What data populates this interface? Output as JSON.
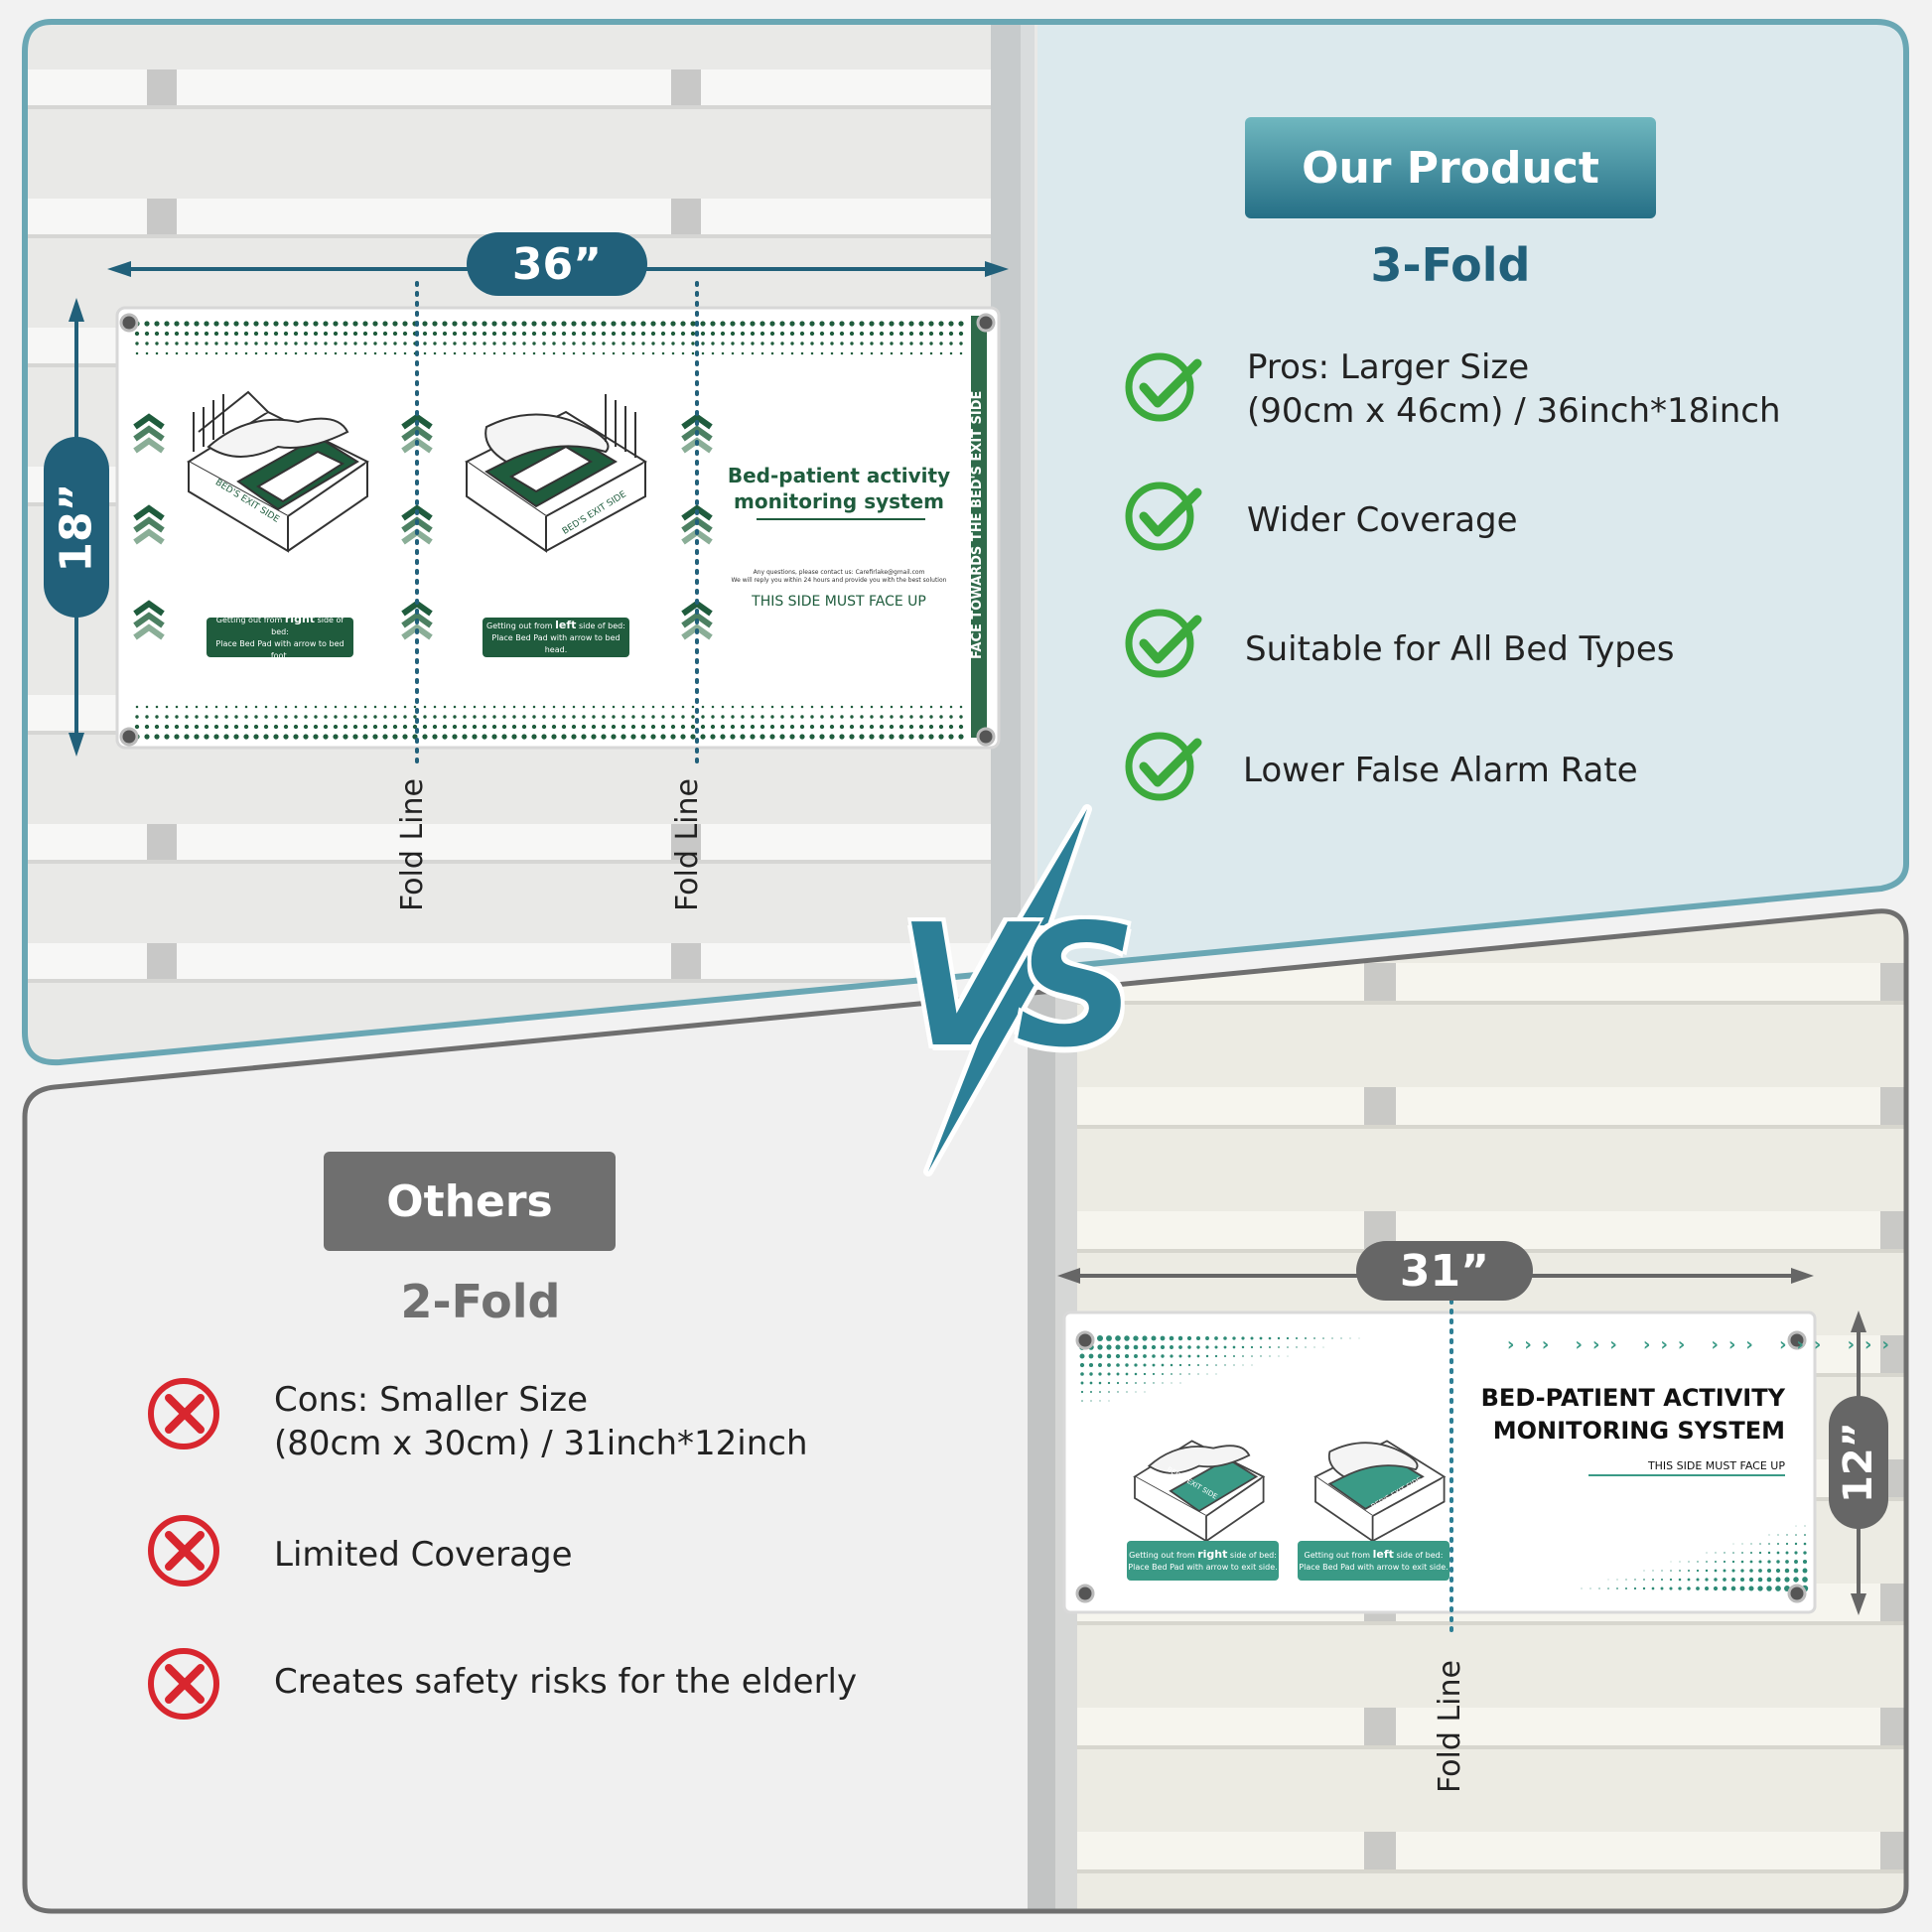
{
  "colors": {
    "product_teal": "#2d7f95",
    "product_dark": "#205d72",
    "others_gray": "#6f6f6f",
    "pad_green": "#1f5c3d",
    "pad_teal": "#3a9a86",
    "check_green": "#3caa3c",
    "cross_red": "#d8262e"
  },
  "vs_label": "VS",
  "product": {
    "badge": "Our Product",
    "fold_type": "3-Fold",
    "width_label": "36”",
    "height_label": "18”",
    "fold_line_label": "Fold Line",
    "pad": {
      "title_line1": "Bed-patient activity",
      "title_line2": "monitoring system",
      "contact": "Any questions, please contact us: Carefirlake@gmail.com",
      "contact2": "We will reply you within 24 hours and provide you with the best solution",
      "face_up": "THIS SIDE MUST FACE UP",
      "side_text": "FACE TOWARDS THE BED'S EXIT SIDE",
      "exit_label": "BED'S EXIT SIDE",
      "box_right_line1a": "Getting out from ",
      "box_right_bold": "right",
      "box_right_line1b": " side of bed:",
      "box_right_line2": "Place Bed Pad with arrow to bed foot.",
      "box_left_line1a": "Getting out from ",
      "box_left_bold": "left",
      "box_left_line1b": " side of bed:",
      "box_left_line2": "Place Bed Pad with arrow to bed head."
    },
    "features": [
      {
        "line1": "Pros: Larger Size",
        "line2": "(90cm x 46cm) / 36inch*18inch",
        "icon": "check-icon"
      },
      {
        "line1": "Wider Coverage",
        "line2": "",
        "icon": "check-icon"
      },
      {
        "line1": "Suitable for All Bed Types",
        "line2": "",
        "icon": "check-icon"
      },
      {
        "line1": "Lower False Alarm Rate",
        "line2": "",
        "icon": "check-icon"
      }
    ]
  },
  "others": {
    "badge": "Others",
    "fold_type": "2-Fold",
    "width_label": "31”",
    "height_label": "12”",
    "fold_line_label": "Fold Line",
    "pad": {
      "title_line1": "BED-PATIENT ACTIVITY",
      "title_line2": "MONITORING SYSTEM",
      "face_up": "THIS SIDE MUST FACE UP",
      "exit_label": "BED'S EXIT SIDE",
      "box_right_line1a": "Getting out from ",
      "box_right_bold": "right",
      "box_right_line1b": " side of bed:",
      "box_right_line2": "Place Bed Pad with arrow to exit side.",
      "box_left_line1a": "Getting out from ",
      "box_left_bold": "left",
      "box_left_line1b": " side of bed:",
      "box_left_line2": "Place Bed Pad with arrow to exit side."
    },
    "features": [
      {
        "line1": "Cons: Smaller Size",
        "line2": "(80cm x 30cm) / 31inch*12inch",
        "icon": "cross-icon"
      },
      {
        "line1": "Limited Coverage",
        "line2": "",
        "icon": "cross-icon"
      },
      {
        "line1": "Creates safety risks for the elderly",
        "line2": "",
        "icon": "cross-icon"
      }
    ]
  }
}
